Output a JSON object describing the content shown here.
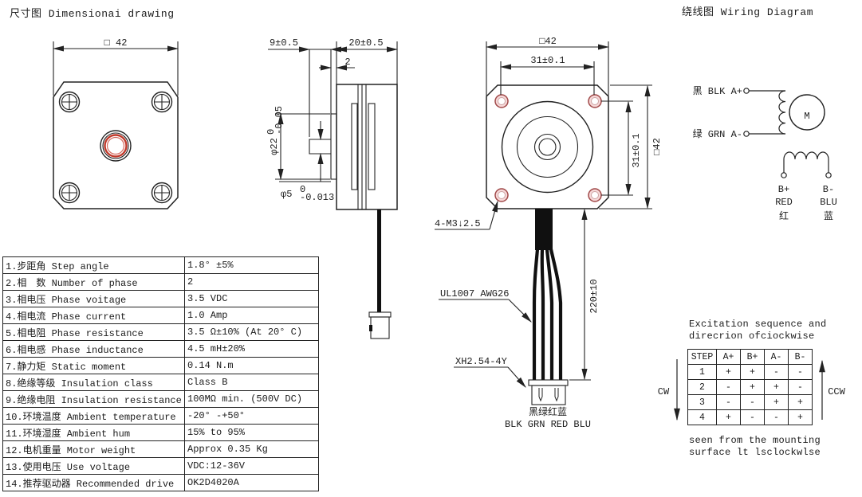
{
  "titles": {
    "dimensional": "尺寸图 Dimensionai drawing",
    "wiring": "绕线图 Wiring Diagram"
  },
  "front_view": {
    "width_label": "□ 42"
  },
  "side_view": {
    "shaft_len": "9±0.5",
    "body_len": "20±0.5",
    "boss_len": "2",
    "boss_dia": "φ22",
    "boss_dia_tol_upper": "0",
    "boss_dia_tol_lower": "-0.05",
    "shaft_dia": "φ5",
    "shaft_dia_tol_upper": "0",
    "shaft_dia_tol_lower": "-0.013"
  },
  "rear_view": {
    "width_label": "□42",
    "hole_span_h": "31±0.1",
    "hole_span_v": "31±0.1",
    "height_label": "□42",
    "holes_callout": "4-M3↓2.5",
    "wire_spec": "UL1007 AWG26",
    "wire_length": "220±10",
    "connector": "XH2.54-4Y",
    "wire_colors_cn": "黑绿红蓝",
    "wire_colors_en": "BLK GRN RED BLU"
  },
  "wiring": {
    "a_plus": "黑 BLK A+",
    "a_minus": "绿 GRN A-",
    "motor": "M",
    "b_plus": "B+",
    "b_plus_color": "RED",
    "b_plus_cn": "红",
    "b_minus": "B-",
    "b_minus_color": "BLU",
    "b_minus_cn": "蓝"
  },
  "spec_table": {
    "rows": [
      {
        "no": "1.",
        "name": "步距角 Step angle",
        "value": "1.8° ±5%"
      },
      {
        "no": "2.",
        "name": "相　数 Number of phase",
        "value": "2"
      },
      {
        "no": "3.",
        "name": "相电压 Phase voitage",
        "value": "3.5 VDC"
      },
      {
        "no": "4.",
        "name": "相电流 Phase current",
        "value": "1.0 Amp"
      },
      {
        "no": "5.",
        "name": "相电阻 Phase resistance",
        "value": "3.5 Ω±10% (At 20° C)"
      },
      {
        "no": "6.",
        "name": "相电感 Phase inductance",
        "value": "4.5 mH±20%"
      },
      {
        "no": "7.",
        "name": "静力矩 Static moment",
        "value": "0.14 N.m"
      },
      {
        "no": "8.",
        "name": "绝缘等级 Insulation class",
        "value": "Class B"
      },
      {
        "no": "9.",
        "name": "绝缘电阻 Insulation resistance",
        "value": "100MΩ min. (500V DC)"
      },
      {
        "no": "10.",
        "name": "环境温度 Ambient temperature",
        "value": "-20° -+50°"
      },
      {
        "no": "11.",
        "name": "环境湿度 Ambient hum",
        "value": "15% to 95%"
      },
      {
        "no": "12.",
        "name": "电机重量 Motor weight",
        "value": "Approx 0.35 Kg"
      },
      {
        "no": "13.",
        "name": "使用电压 Use voltage",
        "value": "VDC:12-36V"
      },
      {
        "no": "14.",
        "name": "推荐驱动器 Recommended drive",
        "value": "OK2D4020A"
      }
    ]
  },
  "excitation": {
    "title_line1": "Excitation sequence and",
    "title_line2": "direcrion ofciockwise",
    "headers": [
      "STEP",
      "A+",
      "B+",
      "A-",
      "B-"
    ],
    "rows": [
      [
        "1",
        "+",
        "+",
        "-",
        "-"
      ],
      [
        "2",
        "-",
        "+",
        "+",
        "-"
      ],
      [
        "3",
        "-",
        "-",
        "+",
        "+"
      ],
      [
        "4",
        "+",
        "-",
        "-",
        "+"
      ]
    ],
    "cw": "CW",
    "ccw": "CCW",
    "footer_line1": "seen from the mounting",
    "footer_line2": "surface lt lsclockwlse"
  },
  "colors": {
    "line": "#222222",
    "red_accent": "#c0392b",
    "hole_fill": "#f6d8d8",
    "hole_stroke": "#a04848"
  }
}
